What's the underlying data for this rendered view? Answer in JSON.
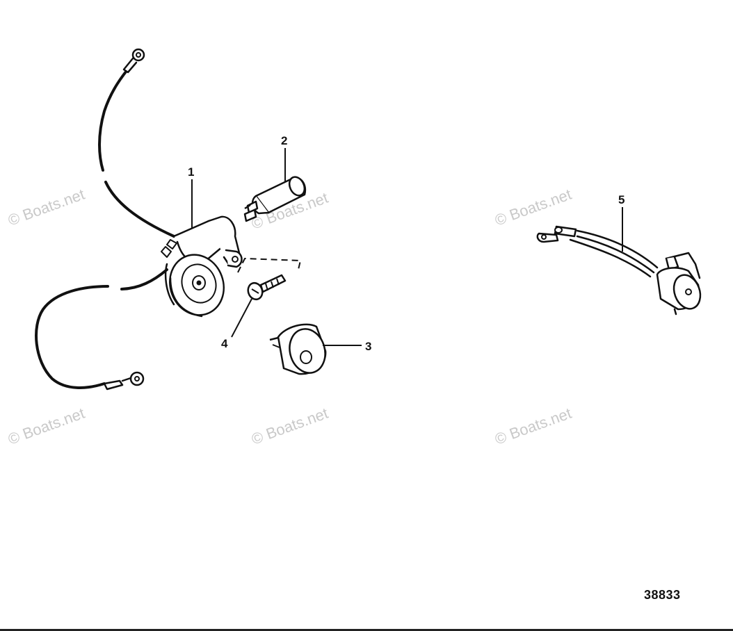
{
  "callouts": {
    "c1": "1",
    "c2": "2",
    "c3": "3",
    "c4": "4",
    "c5": "5"
  },
  "figure_number": "38833",
  "watermark": "© Boats.net",
  "colors": {
    "line": "#111111",
    "watermark": "#c9c9c9",
    "background": "#ffffff"
  }
}
